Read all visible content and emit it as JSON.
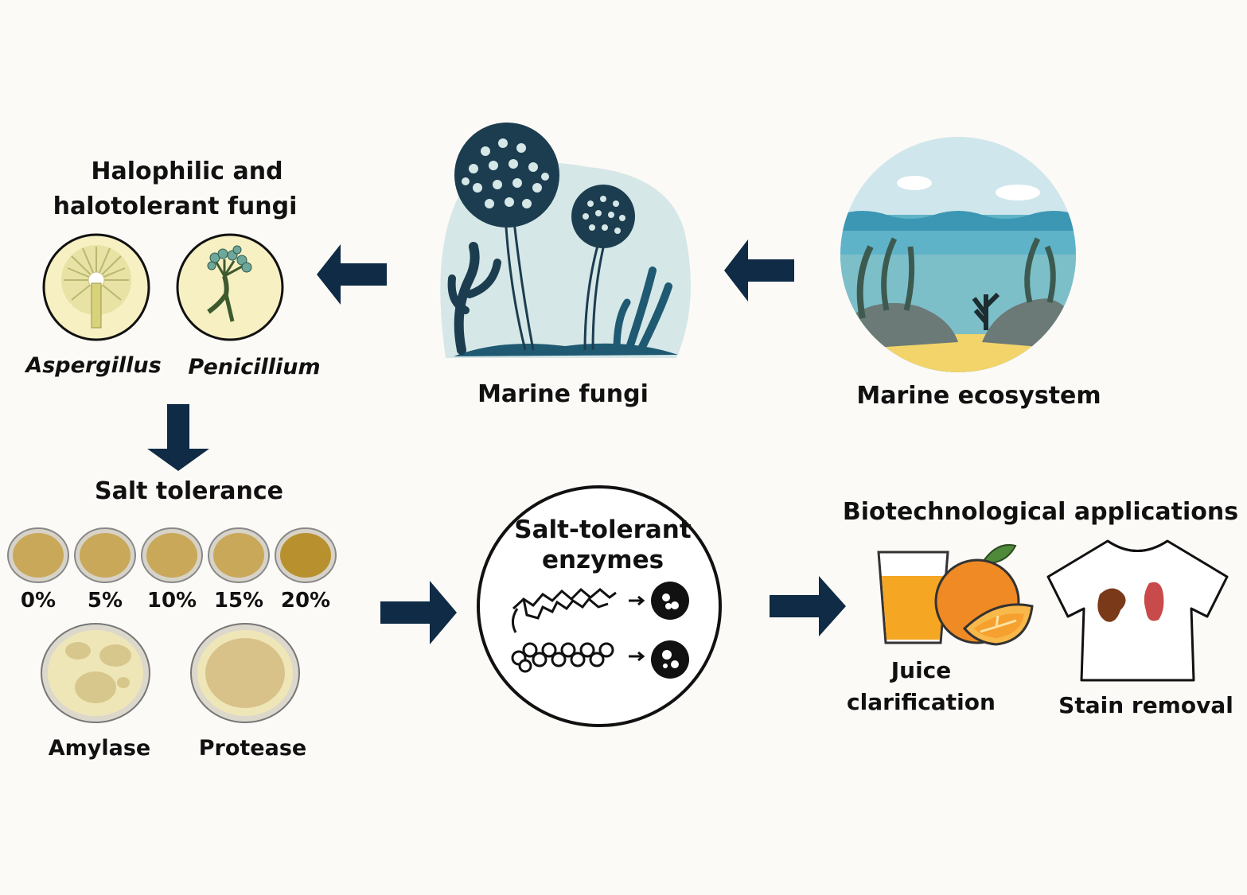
{
  "labels": {
    "halo_title_line1": "Halophilic and",
    "halo_title_line2": "halotolerant fungi",
    "aspergillus": "Aspergillus",
    "penicillium": "Penicillium",
    "marine_fungi": "Marine fungi",
    "marine_ecosystem": "Marine ecosystem",
    "salt_tolerance": "Salt tolerance",
    "amylase": "Amylase",
    "protease": "Protease",
    "enzymes_line1": "Salt-tolerant",
    "enzymes_line2": "enzymes",
    "biotech": "Biotechnological applications",
    "juice_line1": "Juice",
    "juice_line2": "clarification",
    "stain_removal": "Stain removal"
  },
  "salt_concentrations": [
    "0%",
    "5%",
    "10%",
    "15%",
    "20%"
  ],
  "colors": {
    "arrow": "#0f2b45",
    "fungi_dark": "#1c3d4f",
    "sea": "#5fb3c8",
    "sand": "#f2d46a",
    "plate": "#c9a85a",
    "juice": "#f5a623",
    "orange": "#f08a24",
    "stain_brown": "#7a3a1a",
    "stain_red": "#c84a4a"
  },
  "icons": [
    "arrow-left-icon",
    "arrow-down-icon",
    "arrow-right-icon",
    "aspergillus-icon",
    "penicillium-icon",
    "marine-fungi-icon",
    "ocean-icon",
    "petri-dish-icon",
    "enzyme-icon",
    "juice-icon",
    "orange-icon",
    "tshirt-icon"
  ]
}
